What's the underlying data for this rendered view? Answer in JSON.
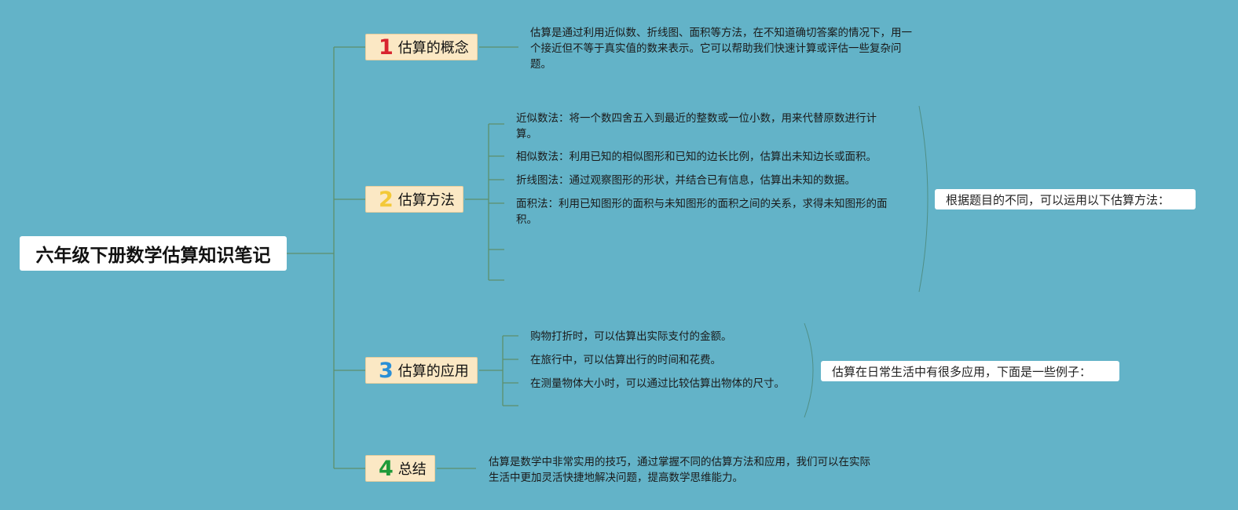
{
  "root": {
    "title": "六年级下册数学估算知识笔记"
  },
  "colors": {
    "background": "#63b3c8",
    "line": "#5d8f6b",
    "branch_fill": "#fbe8c4"
  },
  "branches": [
    {
      "num": "1",
      "num_color": "#d8242f",
      "label": "估算的概念",
      "text": "估算是通过利用近似数、折线图、面积等方法，在不知道确切答案的情况下，用一个接近但不等于真实值的数来表示。它可以帮助我们快速计算或评估一些复杂问题。"
    },
    {
      "num": "2",
      "num_color": "#f3c938",
      "label": "估算方法",
      "items": [
        "近似数法：将一个数四舍五入到最近的整数或一位小数，用来代替原数进行计算。",
        "相似数法：利用已知的相似图形和已知的边长比例，估算出未知边长或面积。",
        "折线图法：通过观察图形的形状，并结合已有信息，估算出未知的数据。",
        "面积法：利用已知图形的面积与未知图形的面积之间的关系，求得未知图形的面积。"
      ],
      "callout": "根据题目的不同，可以运用以下估算方法："
    },
    {
      "num": "3",
      "num_color": "#2a8fd6",
      "label": "估算的应用",
      "items": [
        "购物打折时，可以估算出实际支付的金额。",
        "在旅行中，可以估算出行的时间和花费。",
        "在测量物体大小时，可以通过比较估算出物体的尺寸。"
      ],
      "callout": "估算在日常生活中有很多应用，下面是一些例子："
    },
    {
      "num": "4",
      "num_color": "#1f9a3a",
      "label": "总结",
      "text": "估算是数学中非常实用的技巧，通过掌握不同的估算方法和应用，我们可以在实际生活中更加灵活快捷地解决问题，提高数学思维能力。"
    }
  ]
}
